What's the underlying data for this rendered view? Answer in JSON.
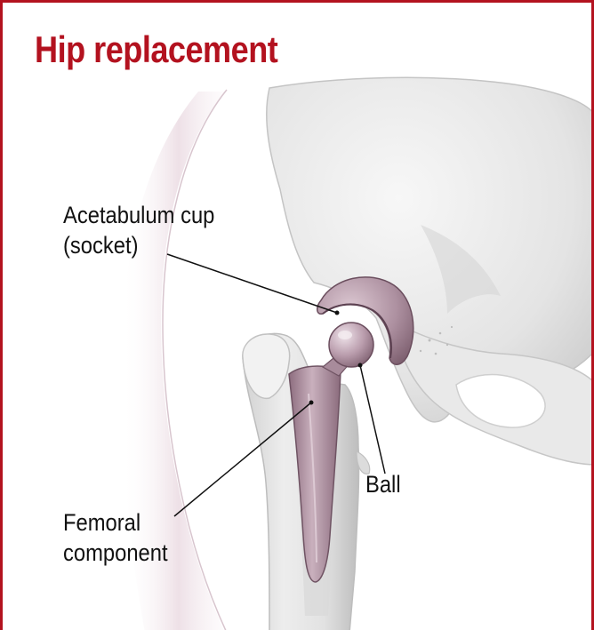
{
  "title": "Hip replacement",
  "labels": {
    "acetabulum_line1": "Acetabulum cup",
    "acetabulum_line2": "(socket)",
    "ball": "Ball",
    "femoral_line1": "Femoral",
    "femoral_line2": "component"
  },
  "colors": {
    "frame_border": "#b3121f",
    "title_text": "#b3121f",
    "label_text": "#111111",
    "bone_light": "#f0f0f0",
    "bone_shadow": "#c9c9c9",
    "implant": "#b59aa9",
    "implant_dark": "#8d6d7f",
    "skin_tint": "#e9d6de"
  }
}
